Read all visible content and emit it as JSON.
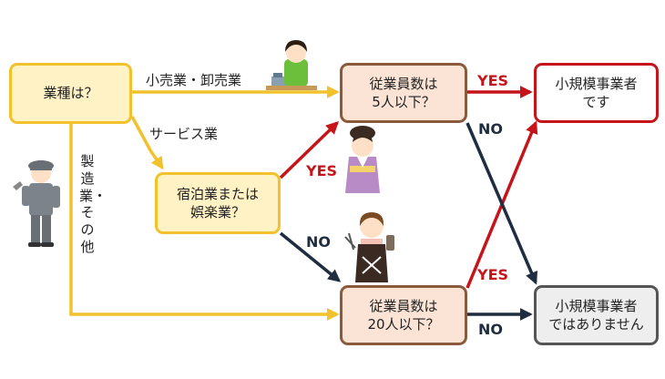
{
  "nodes": {
    "industry": "業種は？",
    "emp5_line1": "従業員数は",
    "emp5_line2": "5人以下？",
    "lodging_line1": "宿泊業または",
    "lodging_line2": "娯楽業？",
    "emp20_line1": "従業員数は",
    "emp20_line2": "20人以下？",
    "small_line1": "小規模事業者",
    "small_line2": "です",
    "not_small_line1": "小規模事業者",
    "not_small_line2": "ではありません"
  },
  "edge_labels": {
    "retail": "小売業・卸売業",
    "service": "サービス業",
    "manufacturing": "製造業・その他",
    "yes_emp5": "YES",
    "no_emp5": "NO",
    "yes_lodging": "YES",
    "no_lodging": "NO",
    "yes_emp20": "YES",
    "no_emp20": "NO"
  },
  "colors": {
    "yellow_flow": "#f2c12e",
    "yes_flow": "#c5151a",
    "no_flow": "#1f2d40"
  },
  "illustrations": [
    "shopkeeper-at-register",
    "woman-in-kimono",
    "hairdresser",
    "factory-worker"
  ]
}
